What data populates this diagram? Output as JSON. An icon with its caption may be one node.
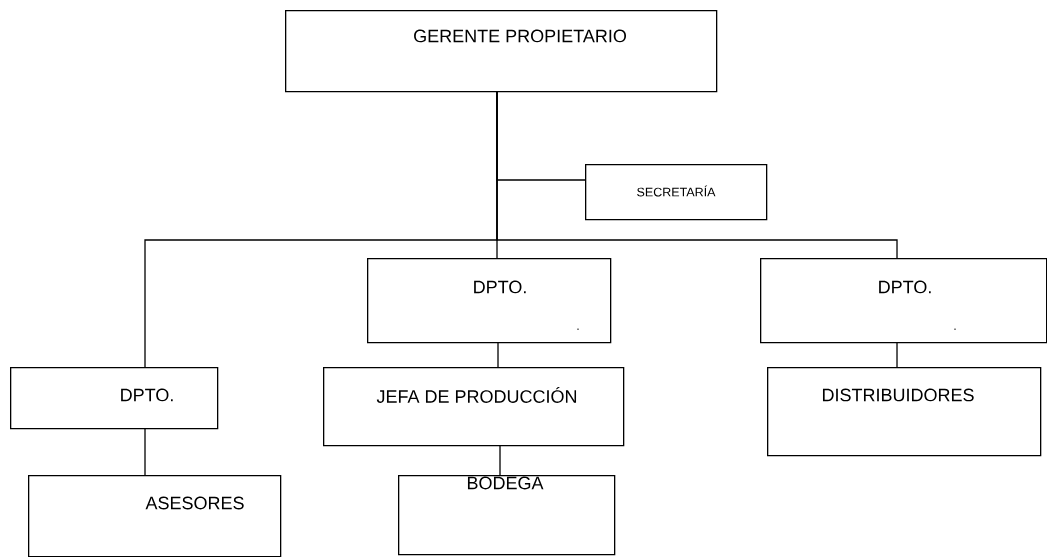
{
  "diagram": {
    "nodes": [
      {
        "text": [
          "GERENTE PROPIETARIO"
        ]
      },
      {
        "text": [
          "SECRETARÍA"
        ]
      },
      {
        "text": [
          "DPTO.",
          "-"
        ]
      },
      {
        "text": [
          "DPTO.",
          "-"
        ]
      },
      {
        "text": [
          "DPTO."
        ]
      },
      {
        "text": [
          "JEFA DE PRODUCCIÓN"
        ]
      },
      {
        "text": [
          "DISTRIBUIDORES"
        ]
      },
      {
        "text": [
          "ASESORES"
        ]
      },
      {
        "text": [
          "BODEGA"
        ]
      }
    ],
    "edges": [
      {
        "from": 0,
        "to": 1,
        "arrow": "none"
      },
      {
        "from": 0,
        "to": 2,
        "arrow": "none"
      },
      {
        "from": 0,
        "to": 3,
        "arrow": "none"
      },
      {
        "from": 0,
        "to": 4,
        "arrow": "none"
      },
      {
        "from": 2,
        "to": 5,
        "arrow": "none"
      },
      {
        "from": 5,
        "to": 8,
        "arrow": "none"
      },
      {
        "from": 4,
        "to": 7,
        "arrow": "none"
      },
      {
        "from": 3,
        "to": 6,
        "arrow": "none"
      }
    ]
  }
}
